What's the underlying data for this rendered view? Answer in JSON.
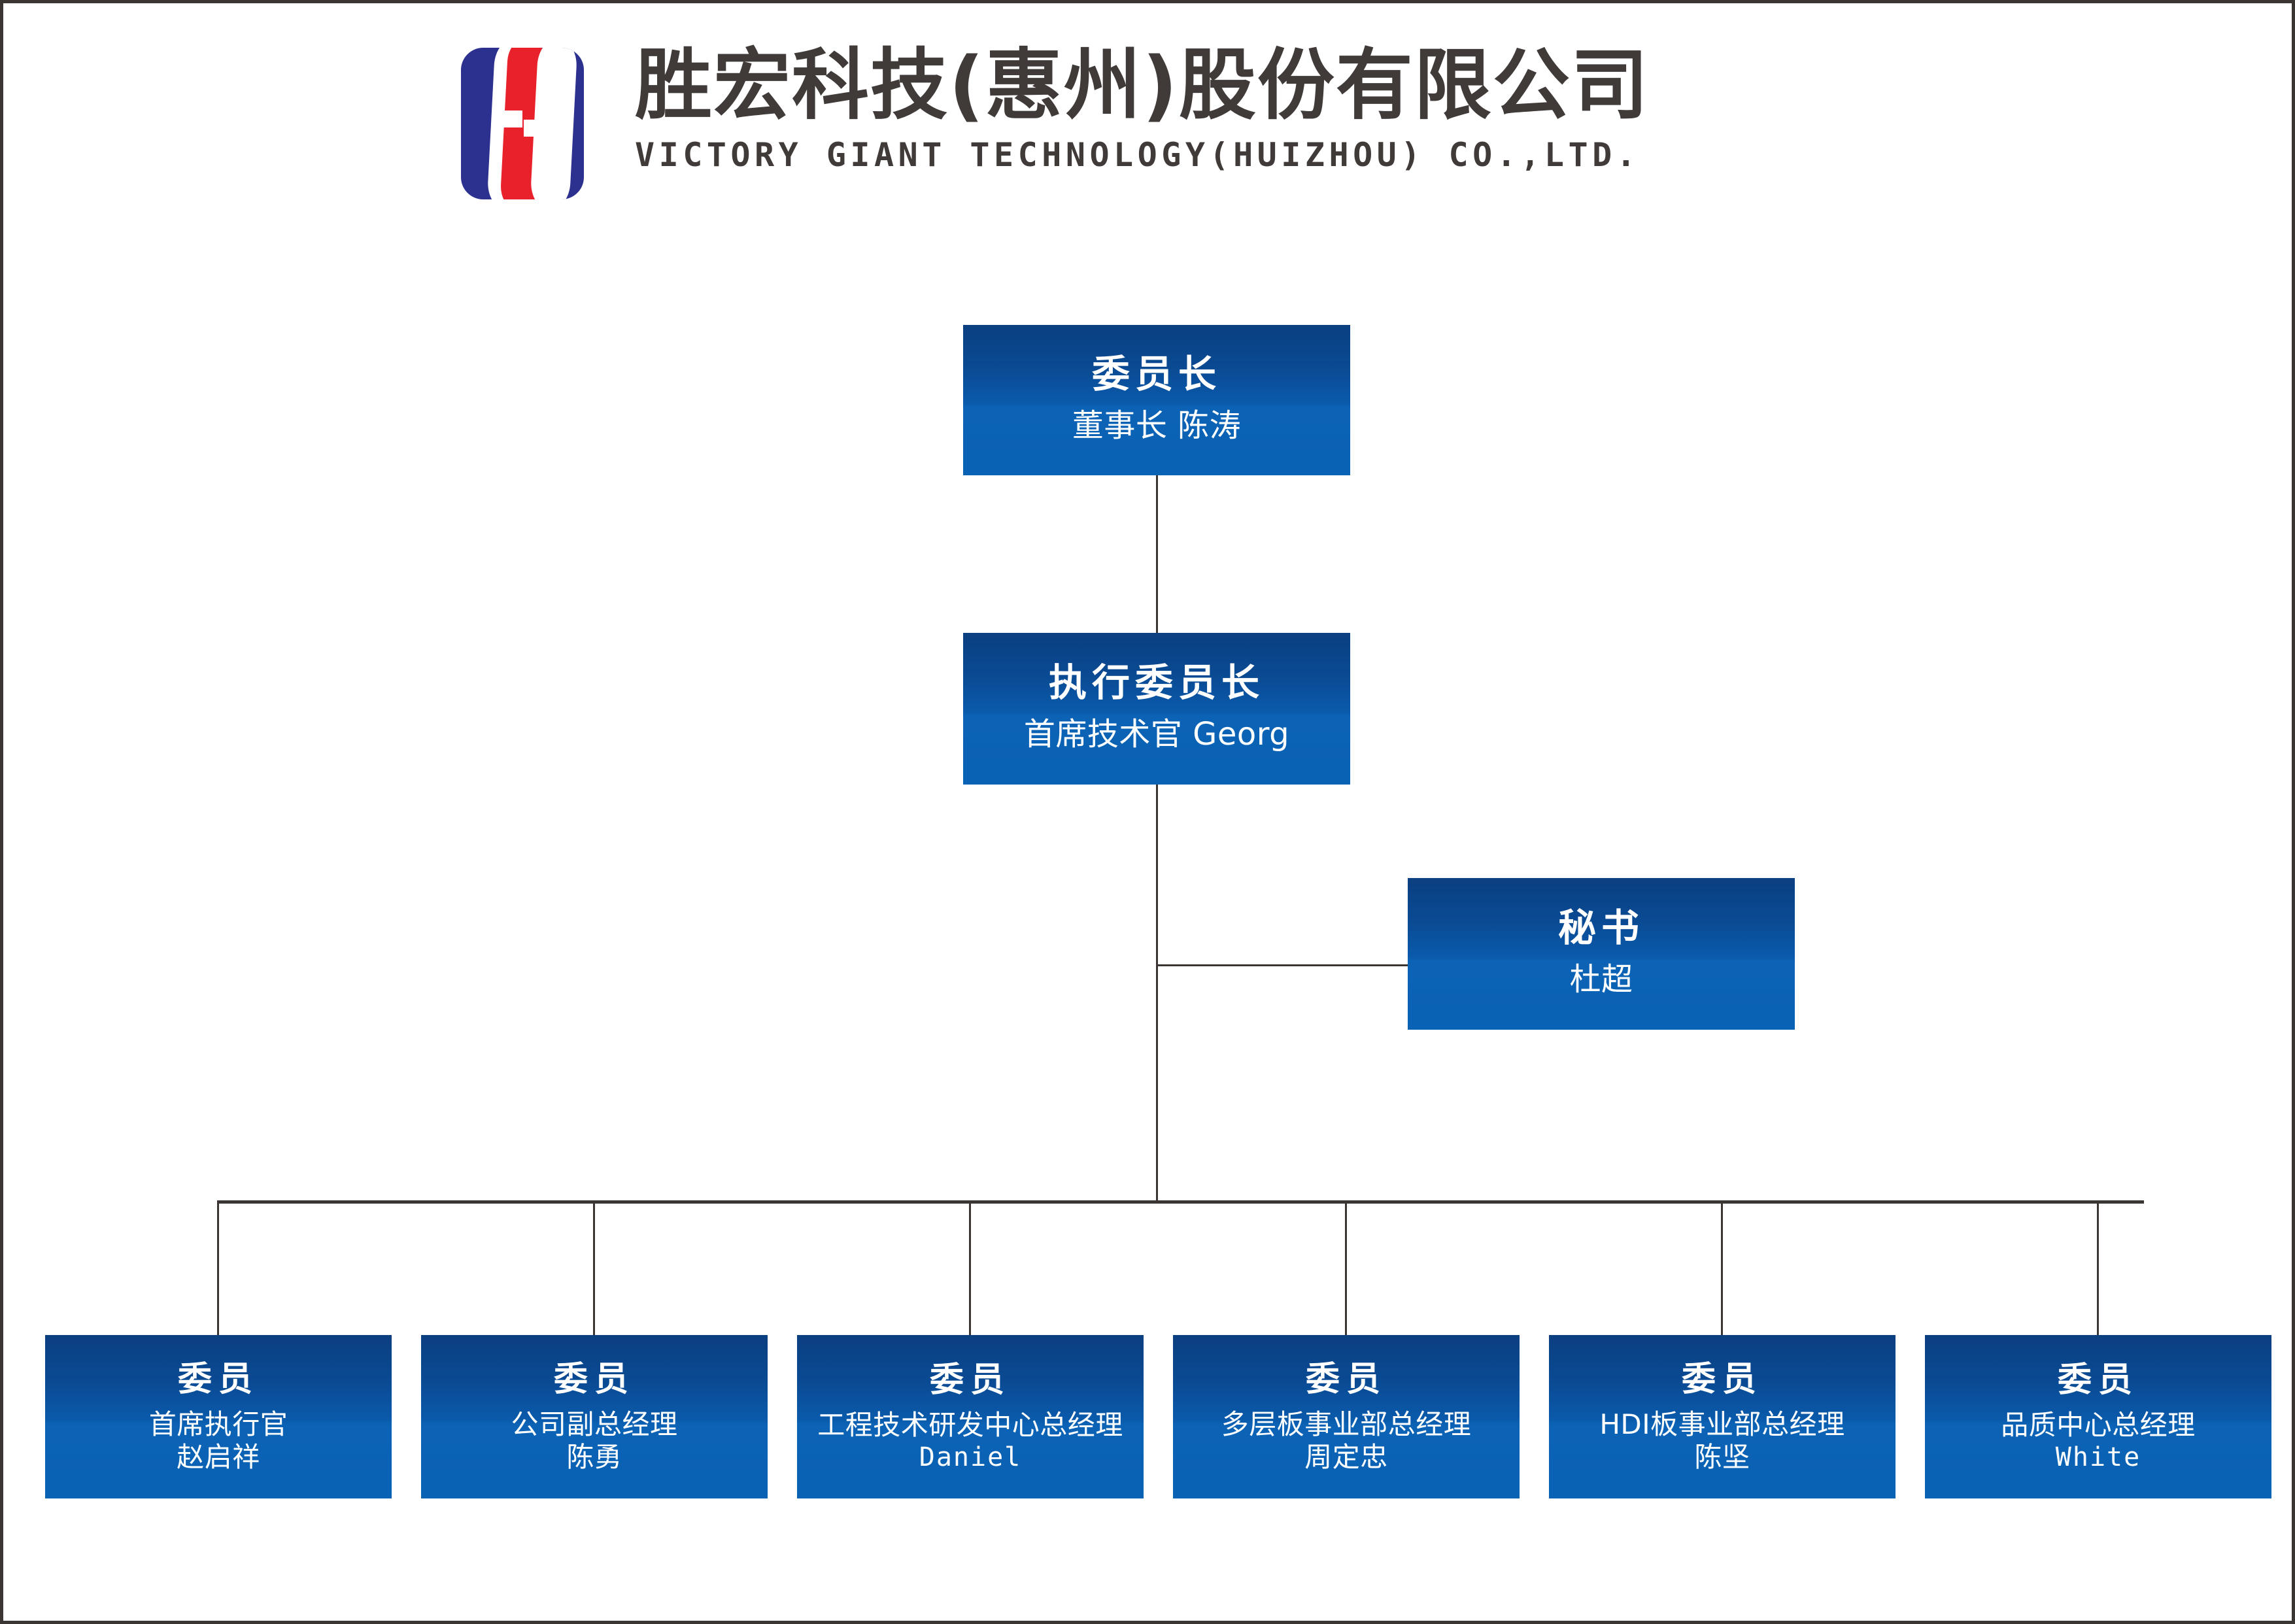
{
  "header": {
    "logo_icon": "victory-giant-logo-icon",
    "company_name_cn": "胜宏科技(惠州)股份有限公司",
    "company_name_en": "VICTORY GIANT TECHNOLOGY(HUIZHOU) CO.,LTD.",
    "logo_colors": {
      "blue": "#2c3190",
      "red": "#e8212b",
      "white": "#ffffff"
    }
  },
  "colors": {
    "node_gradient_top": "#0b3f80",
    "node_gradient_bottom": "#0a62b4",
    "connector": "#3b3533",
    "text_dark": "#403a38",
    "node_text": "#ffffff",
    "page_background": "#ffffff"
  },
  "chart_data": {
    "type": "org-chart",
    "title": "",
    "nodes": [
      {
        "id": "chairman",
        "role": "委员长",
        "lines": [
          "董事长 陈涛"
        ],
        "level": 0
      },
      {
        "id": "executive-chairman",
        "role": "执行委员长",
        "lines": [
          "首席技术官 Georg"
        ],
        "level": 1
      },
      {
        "id": "secretary",
        "role": "秘书",
        "lines": [
          "杜超"
        ],
        "level": 2
      }
    ],
    "members": [
      {
        "id": "member-ceo",
        "role": "委员",
        "title": "首席执行官",
        "name": "赵启祥",
        "name_is_latin": false
      },
      {
        "id": "member-deputy-gm",
        "role": "委员",
        "title": "公司副总经理",
        "name": "陈勇",
        "name_is_latin": false
      },
      {
        "id": "member-rnd",
        "role": "委员",
        "title": "工程技术研发中心总经理",
        "name": "Daniel",
        "name_is_latin": true
      },
      {
        "id": "member-multilayer",
        "role": "委员",
        "title": "多层板事业部总经理",
        "name": "周定忠",
        "name_is_latin": false
      },
      {
        "id": "member-hdi",
        "role": "委员",
        "title": "HDI板事业部总经理",
        "name": "陈坚",
        "name_is_latin": false
      },
      {
        "id": "member-quality",
        "role": "委员",
        "title": "品质中心总经理",
        "name": "White",
        "name_is_latin": true
      }
    ],
    "edges": [
      {
        "from": "chairman",
        "to": "executive-chairman"
      },
      {
        "from": "executive-chairman",
        "to": "secretary"
      },
      {
        "from": "executive-chairman",
        "to": "member-ceo"
      },
      {
        "from": "executive-chairman",
        "to": "member-deputy-gm"
      },
      {
        "from": "executive-chairman",
        "to": "member-rnd"
      },
      {
        "from": "executive-chairman",
        "to": "member-multilayer"
      },
      {
        "from": "executive-chairman",
        "to": "member-hdi"
      },
      {
        "from": "executive-chairman",
        "to": "member-quality"
      }
    ]
  }
}
